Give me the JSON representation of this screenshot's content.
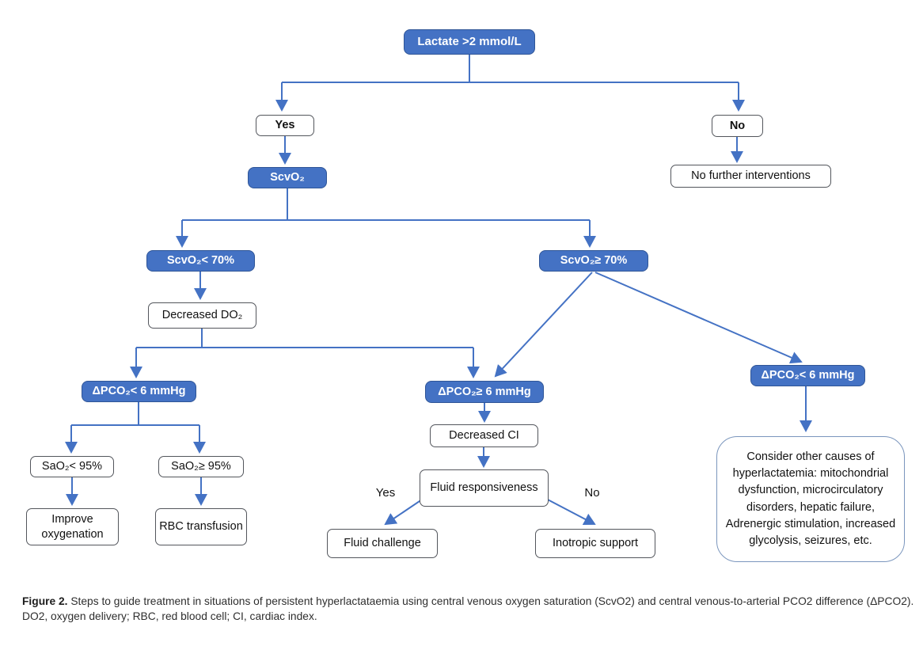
{
  "figure": {
    "type": "flowchart",
    "colors": {
      "decision_fill": "#4472C4",
      "decision_border": "#2F5597",
      "connector": "#4472C4",
      "plain_border": "#53565c",
      "consider_border": "#7b96bd"
    },
    "nodes": {
      "lactate": {
        "label": "Lactate >2 mmol/L"
      },
      "yes_box": {
        "label": "Yes"
      },
      "no_box": {
        "label": "No"
      },
      "no_further": {
        "label": "No further interventions"
      },
      "scvo2": {
        "label": "ScvO₂"
      },
      "scvo2_low": {
        "label": "ScvO₂< 70%"
      },
      "scvo2_high": {
        "label": "ScvO₂≥ 70%"
      },
      "decreased_do2": {
        "label": "Decreased DO₂"
      },
      "dpco2_low_left": {
        "label": "ΔPCO₂< 6 mmHg"
      },
      "dpco2_high": {
        "label": "ΔPCO₂≥ 6 mmHg"
      },
      "dpco2_low_right": {
        "label": "ΔPCO₂< 6 mmHg"
      },
      "sao2_low": {
        "label": "SaO₂< 95%"
      },
      "sao2_high": {
        "label": "SaO₂≥ 95%"
      },
      "improve_oxygenation": {
        "label": "Improve oxygenation"
      },
      "rbc_transfusion": {
        "label": "RBC transfusion"
      },
      "decreased_ci": {
        "label": "Decreased CI"
      },
      "fluid_responsiveness": {
        "label": "Fluid responsiveness"
      },
      "fluid_challenge": {
        "label": "Fluid challenge"
      },
      "inotropic_support": {
        "label": "Inotropic support"
      },
      "consider_other": {
        "label": "Consider other causes of hyperlactatemia: mitochondrial dysfunction, microcirculatory disorders, hepatic failure, Adrenergic stimulation, increased glycolysis, seizures, etc."
      }
    },
    "edge_labels": {
      "fluid_yes": "Yes",
      "fluid_no": "No"
    },
    "caption": {
      "prefix": "Figure 2.",
      "text": " Steps to guide treatment in situations of persistent hyperlactataemia using central venous oxygen saturation (ScvO2) and central venous-to-arterial PCO2 difference (ΔPCO2). DO2, oxygen delivery; RBC, red blood cell; CI, cardiac index."
    }
  }
}
